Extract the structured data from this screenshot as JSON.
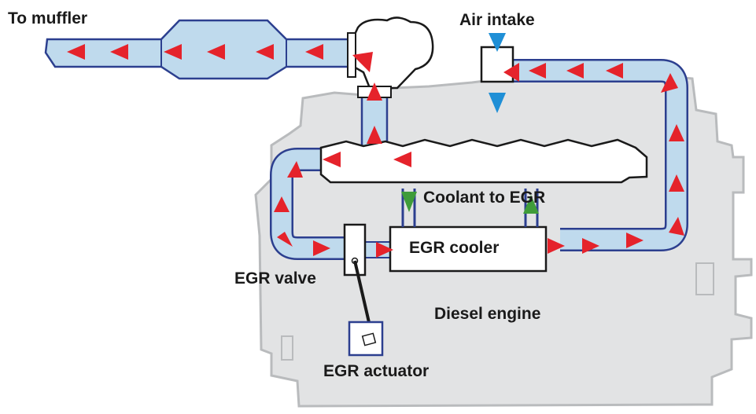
{
  "labels": {
    "to_muffler": "To muffler",
    "air_intake": "Air intake",
    "coolant_to_egr": "Coolant to EGR",
    "egr_cooler": "EGR cooler",
    "egr_valve": "EGR valve",
    "diesel_engine": "Diesel engine",
    "egr_actuator": "EGR actuator"
  },
  "colors": {
    "engine_fill": "#e2e3e4",
    "engine_outline": "#b9bbbd",
    "pipe_fill": "#bfdaed",
    "pipe_outline": "#2c3f8f",
    "exhaust_arrow": "#e5232b",
    "intake_arrow": "#1f8fd6",
    "coolant_arrow": "#3f9c3a",
    "outline": "#1a1a1a"
  }
}
